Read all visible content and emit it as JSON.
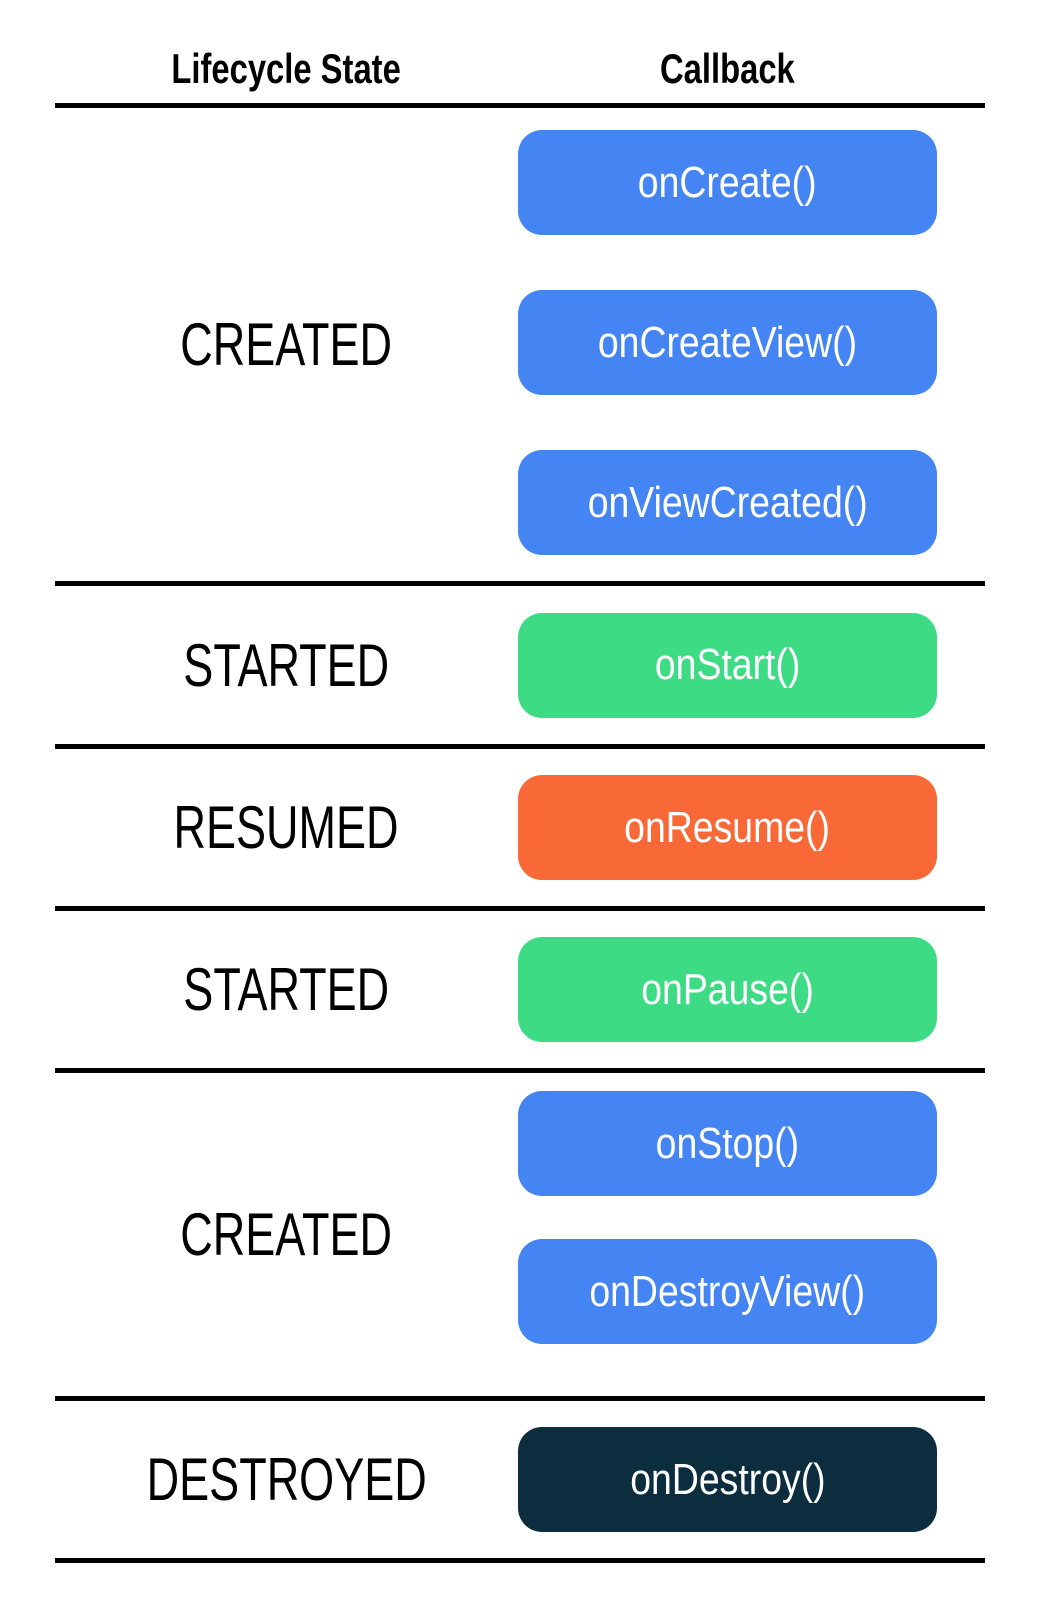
{
  "table": {
    "columns": [
      {
        "label": "Lifecycle State"
      },
      {
        "label": "Callback"
      }
    ],
    "colors": {
      "blue": "#4484F3",
      "green": "#3DDC84",
      "orange": "#F96937",
      "navy": "#0B2D3E",
      "divider": "#000000",
      "button_text": "#FFFFFF",
      "label_text": "#000000"
    },
    "rows": [
      {
        "state": "CREATED",
        "callbacks": [
          {
            "label": "onCreate()",
            "color": "blue"
          },
          {
            "label": "onCreateView()",
            "color": "blue"
          },
          {
            "label": "onViewCreated()",
            "color": "blue"
          }
        ]
      },
      {
        "state": "STARTED",
        "callbacks": [
          {
            "label": "onStart()",
            "color": "green"
          }
        ]
      },
      {
        "state": "RESUMED",
        "callbacks": [
          {
            "label": "onResume()",
            "color": "orange"
          }
        ]
      },
      {
        "state": "STARTED",
        "callbacks": [
          {
            "label": "onPause()",
            "color": "green"
          }
        ]
      },
      {
        "state": "CREATED",
        "callbacks": [
          {
            "label": "onStop()",
            "color": "blue"
          },
          {
            "label": "onDestroyView()",
            "color": "blue"
          }
        ]
      },
      {
        "state": "DESTROYED",
        "callbacks": [
          {
            "label": "onDestroy()",
            "color": "navy"
          }
        ]
      }
    ]
  }
}
